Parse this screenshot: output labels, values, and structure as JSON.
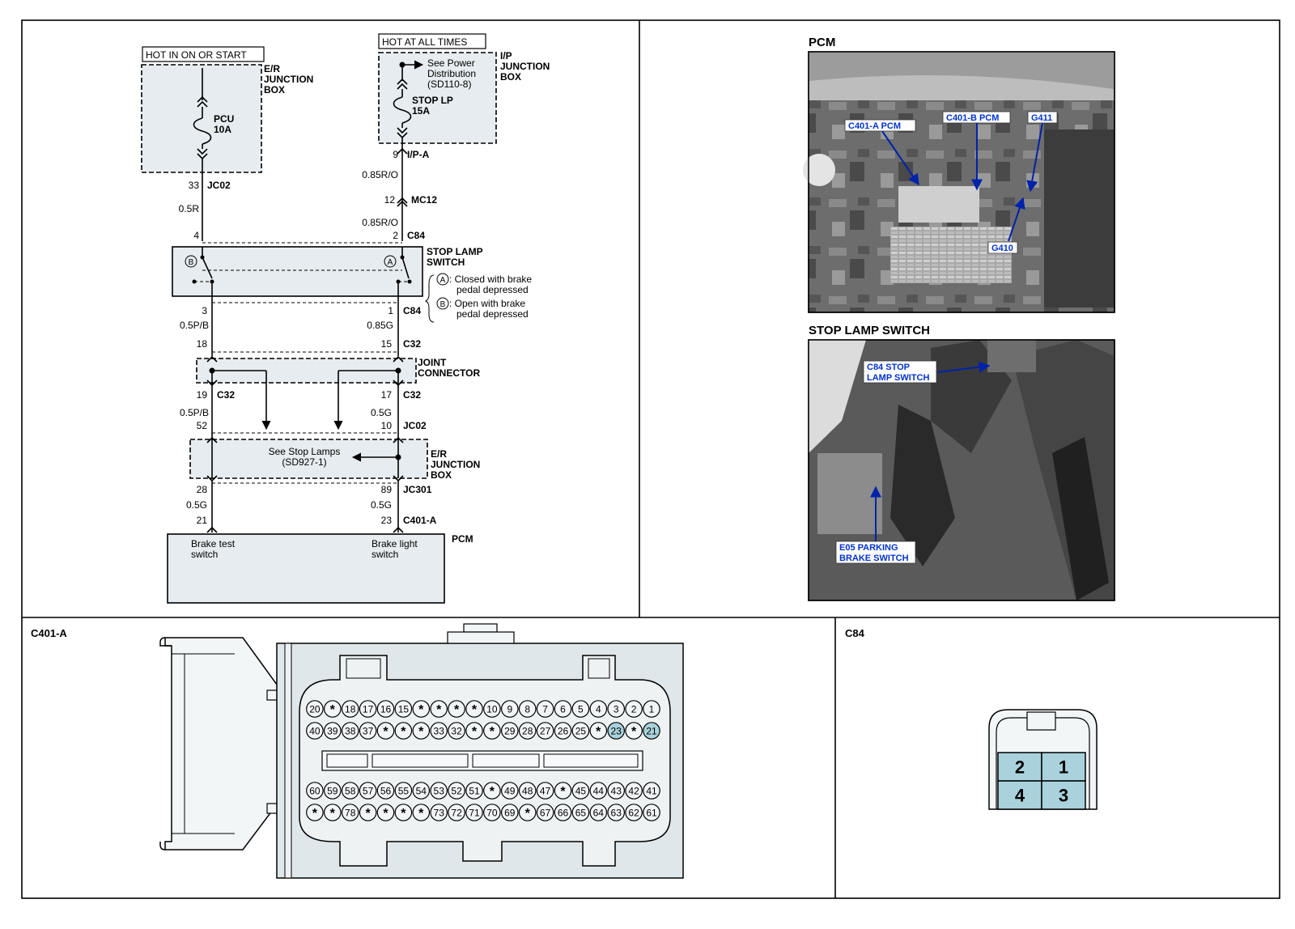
{
  "schematic": {
    "hot_left": "HOT IN ON OR START",
    "hot_right": "HOT AT ALL TIMES",
    "er_jb_lines": [
      "E/R",
      "JUNCTION",
      "BOX"
    ],
    "ip_jb_lines": [
      "I/P",
      "JUNCTION",
      "BOX"
    ],
    "fuse_pcu": "PCU",
    "fuse_pcu_rating": "10A",
    "fuse_stop": "STOP  LP",
    "fuse_stop_rating": "15A",
    "see_power_lines": [
      "See Power",
      "Distribution",
      "(SD110-8)"
    ],
    "pin_9": "9",
    "conn_ipa": "I/P-A",
    "wire_085ro_1": "0.85R/O",
    "pin_12": "12",
    "conn_mc12": "MC12",
    "wire_085ro_2": "0.85R/O",
    "pin_33": "33",
    "conn_jc02_top": "JC02",
    "wire_05r": "0.5R",
    "pin_4": "4",
    "pin_2": "2",
    "conn_c84_top": "C84",
    "switch_lines": [
      "STOP  LAMP",
      "SWITCH"
    ],
    "sw_b": "B",
    "sw_a": "A",
    "legend_a_sym": "A",
    "legend_a_lines": [
      ": Closed with brake",
      "pedal depressed"
    ],
    "legend_b_sym": "B",
    "legend_b_lines": [
      ": Open with brake",
      "pedal depressed"
    ],
    "pin_3": "3",
    "pin_1": "1",
    "conn_c84_bottom": "C84",
    "wire_05pb_1": "0.5P/B",
    "wire_085g": "0.85G",
    "pin_18": "18",
    "pin_15": "15",
    "conn_c32_1": "C32",
    "joint_lines": [
      "JOINT",
      "CONNECTOR"
    ],
    "pin_19": "19",
    "conn_c32_2": "C32",
    "pin_17": "17",
    "conn_c32_3": "C32",
    "wire_05pb_2": "0.5P/B",
    "wire_05g_1": "0.5G",
    "pin_52": "52",
    "pin_10": "10",
    "conn_jc02_bottom": "JC02",
    "see_stop_lines": [
      "See Stop Lamps",
      "(SD927-1)"
    ],
    "er_jb2_lines": [
      "E/R",
      "JUNCTION",
      "BOX"
    ],
    "pin_28": "28",
    "pin_89": "89",
    "conn_jc301": "JC301",
    "wire_05g_2": "0.5G",
    "wire_05g_3": "0.5G",
    "pin_21": "21",
    "pin_23": "23",
    "conn_c401a": "C401-A",
    "pcm_label": "PCM",
    "pcm_left_lines": [
      "Brake test",
      "switch"
    ],
    "pcm_right_lines": [
      "Brake light",
      "switch"
    ]
  },
  "photos": {
    "pcm_title": "PCM",
    "pcm_callouts": {
      "c401a": "C401-A PCM",
      "c401b": "C401-B PCM",
      "g411": "G411",
      "g410": "G410"
    },
    "switch_title": "STOP LAMP SWITCH",
    "switch_callouts": {
      "c84_lines": [
        "C84 STOP",
        "LAMP SWITCH"
      ],
      "e05_lines": [
        "E05 PARKING",
        "BRAKE SWITCH"
      ]
    }
  },
  "c401a": {
    "title": "C401-A",
    "rows": [
      [
        "20",
        "*",
        "18",
        "17",
        "16",
        "15",
        "*",
        "*",
        "*",
        "*",
        "10",
        "9",
        "8",
        "7",
        "6",
        "5",
        "4",
        "3",
        "2",
        "1"
      ],
      [
        "40",
        "39",
        "38",
        "37",
        "*",
        "*",
        "*",
        "33",
        "32",
        "*",
        "*",
        "29",
        "28",
        "27",
        "26",
        "25",
        "*",
        "23",
        "*",
        "21"
      ],
      [
        "60",
        "59",
        "58",
        "57",
        "56",
        "55",
        "54",
        "53",
        "52",
        "51",
        "*",
        "49",
        "48",
        "47",
        "*",
        "45",
        "44",
        "43",
        "42",
        "41"
      ],
      [
        "*",
        "*",
        "78",
        "*",
        "*",
        "*",
        "*",
        "73",
        "72",
        "71",
        "70",
        "69",
        "*",
        "67",
        "66",
        "65",
        "64",
        "63",
        "62",
        "61"
      ]
    ],
    "highlighted": [
      "23",
      "21"
    ]
  },
  "c84": {
    "title": "C84",
    "pins": [
      "2",
      "1",
      "4",
      "3"
    ]
  },
  "colors": {
    "box_fill": "#e6ecef",
    "pin_highlight": "#a9d2dc",
    "callout_text": "#0033cc"
  }
}
